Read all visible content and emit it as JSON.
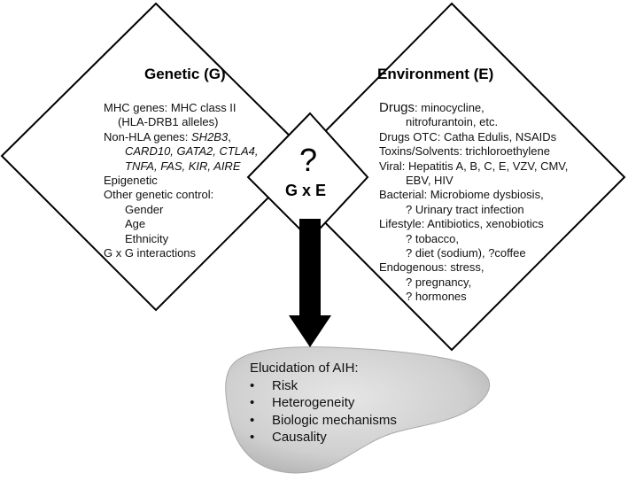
{
  "genetic": {
    "title": "Genetic (G)",
    "mhc_label": "MHC genes:  MHC class II",
    "mhc_sub": "(HLA-DRB1 alleles)",
    "nonhla_label": "Non-HLA genes: ",
    "nonhla_genes_1": "SH2B3",
    "nonhla_genes_2": "CARD10, GATA2, CTLA4,",
    "nonhla_genes_3": "TNFA, FAS, KIR, AIRE",
    "epigenetic": "Epigenetic",
    "other_control": "Other genetic control:",
    "gender": "Gender",
    "age": "Age",
    "ethnicity": "Ethnicity",
    "gxg": "G x G interactions"
  },
  "environment": {
    "title": "Environment (E)",
    "drugs_label": "Drugs",
    "drugs_value": ": minocycline,",
    "drugs_cont": "nitrofurantoin, etc.",
    "drugs_otc": "Drugs OTC: Catha Edulis, NSAIDs",
    "toxins": "Toxins/Solvents: trichloroethylene",
    "viral": "Viral: Hepatitis A, B, C, E, VZV, CMV,",
    "viral_cont": "EBV, HIV",
    "bacterial": "Bacterial: Microbiome dysbiosis,",
    "bacterial_cont": "? Urinary tract infection",
    "lifestyle": "Lifestyle: Antibiotics, xenobiotics",
    "tobacco": "? tobacco,",
    "diet": "? diet (sodium), ?coffee",
    "endogenous": "Endogenous: stress,",
    "pregnancy": "? pregnancy,",
    "hormones": "? hormones"
  },
  "interaction": {
    "question": "?",
    "label": "G x E"
  },
  "outcome": {
    "heading": "Elucidation of AIH:",
    "bullet_char": "•",
    "items": [
      "Risk",
      "Heterogeneity",
      "Biologic mechanisms",
      "Causality"
    ]
  },
  "colors": {
    "outline": "#000000",
    "arrow": "#000000",
    "liver_fill": "#d6d6d6",
    "liver_shade": "#bdbdbd"
  }
}
